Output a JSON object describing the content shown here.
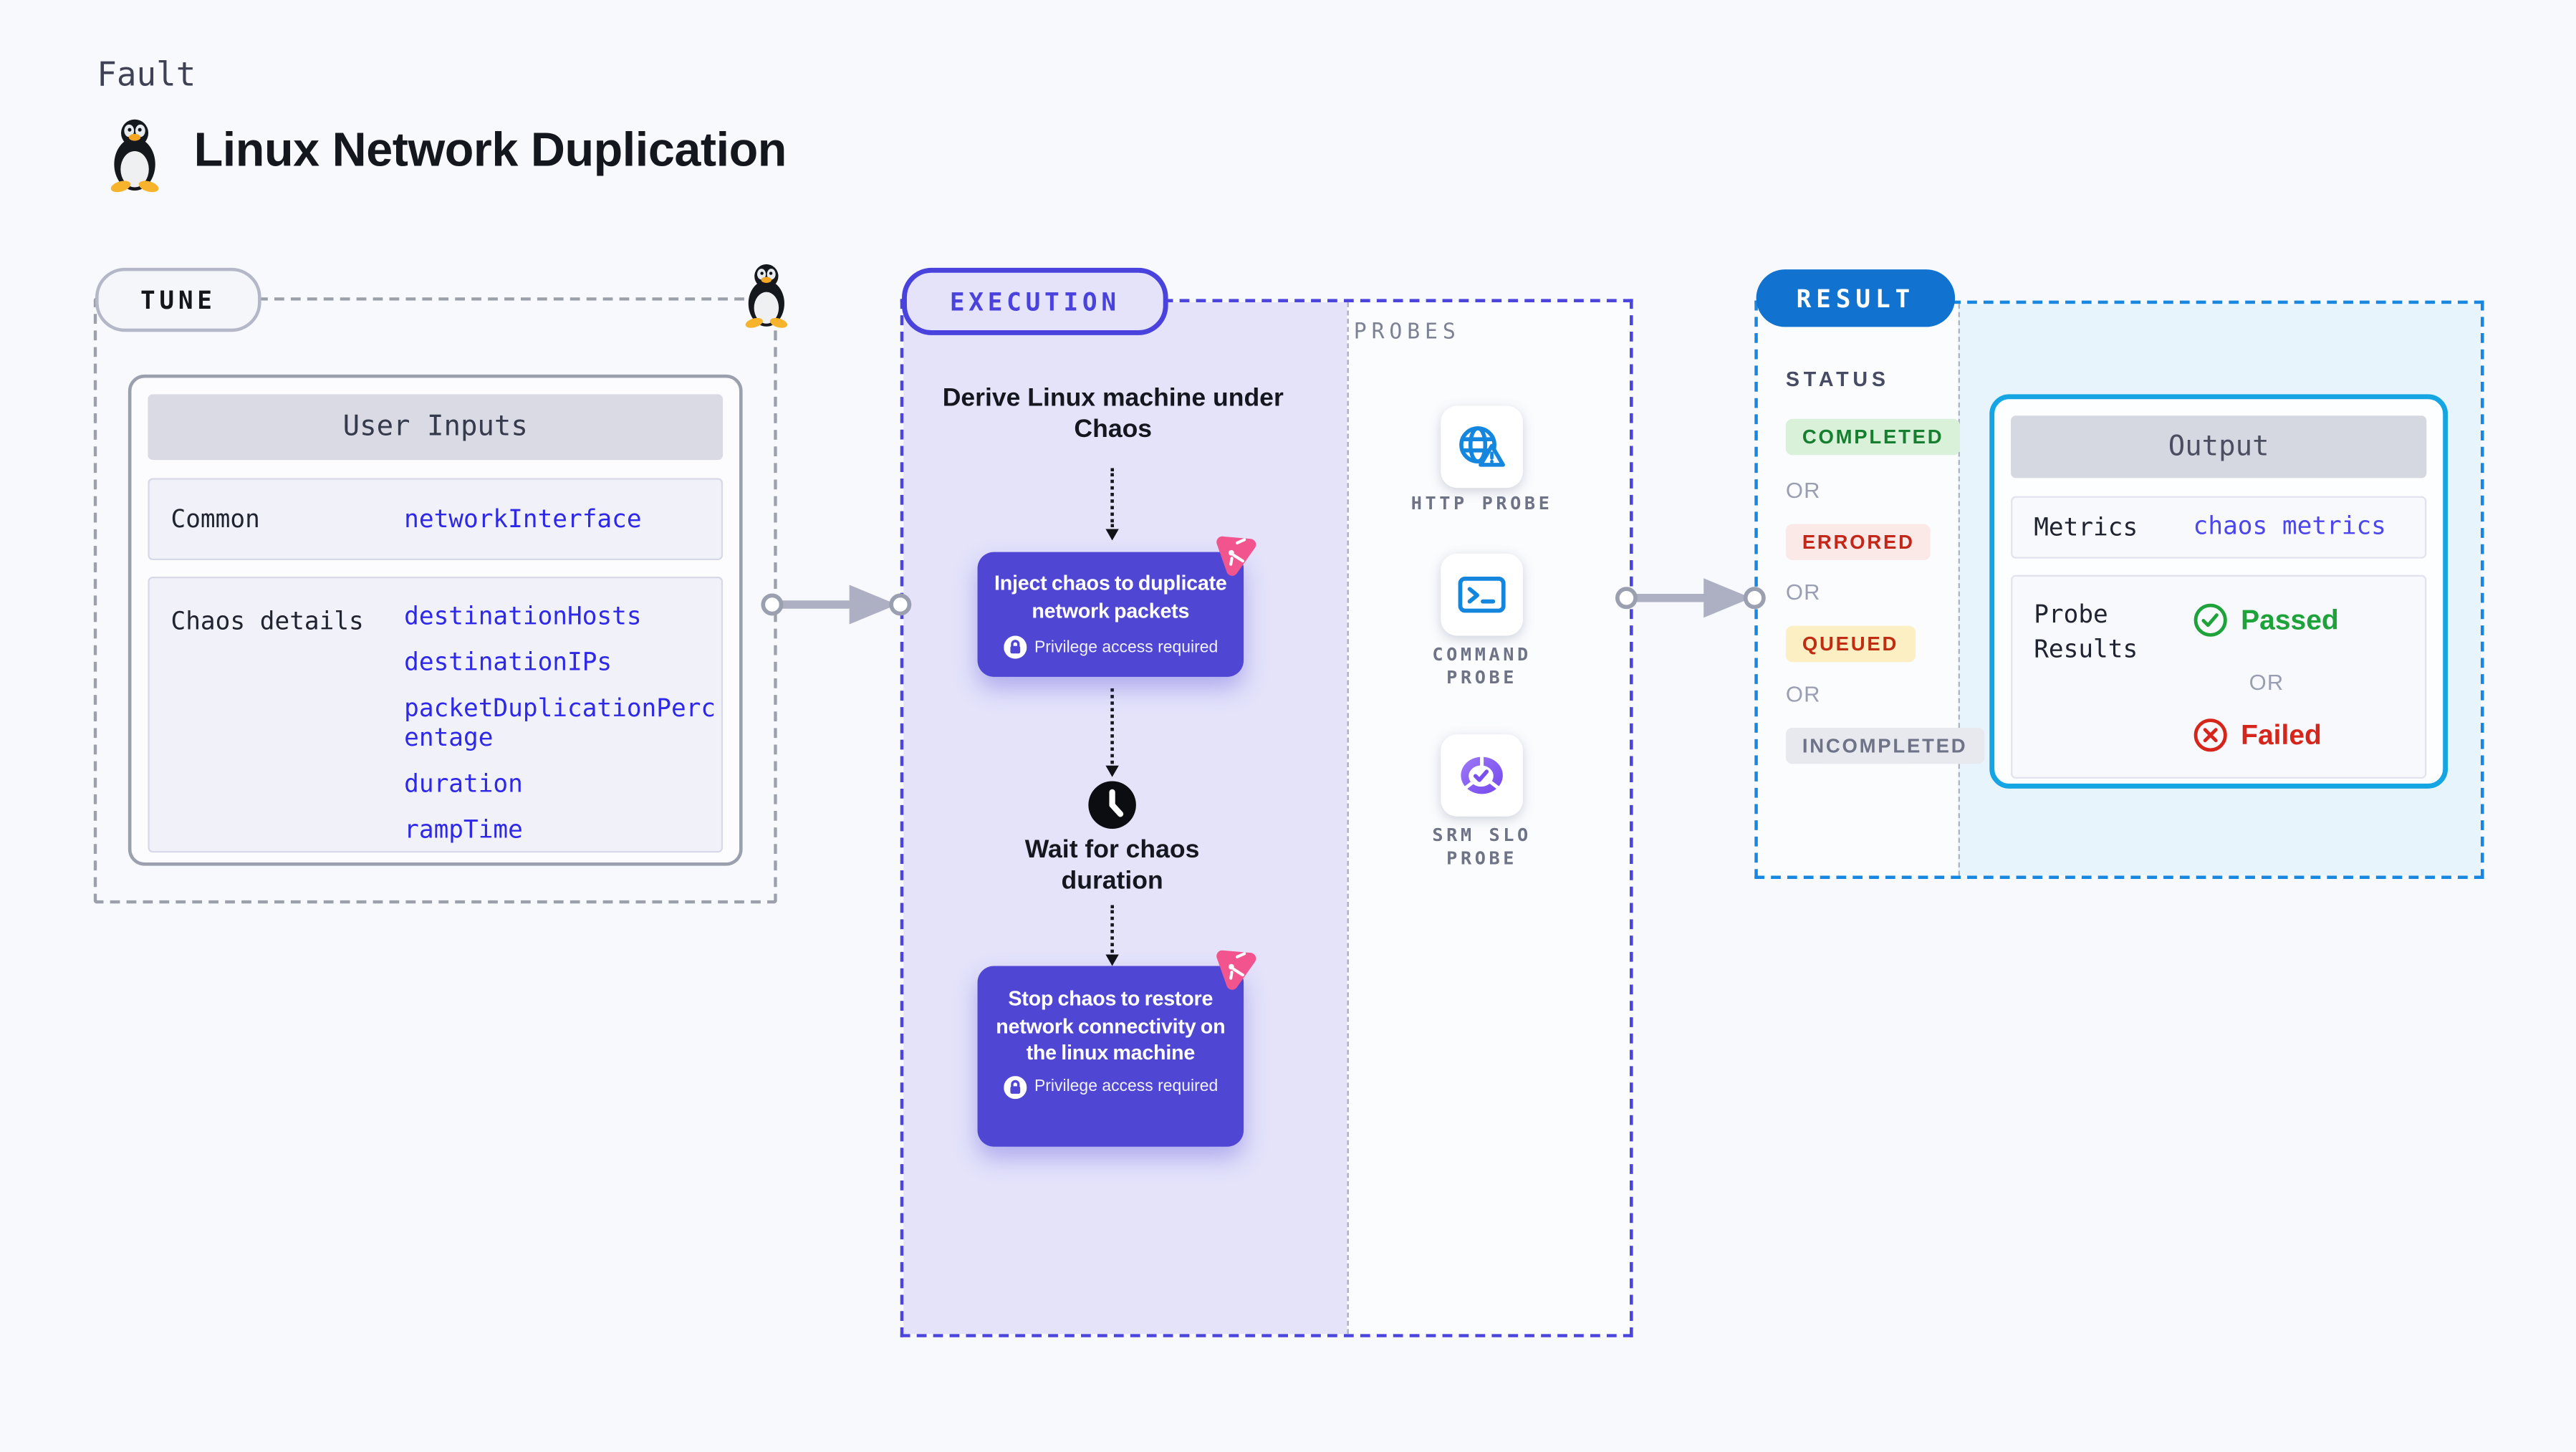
{
  "header": {
    "kicker": "Fault",
    "title": "Linux Network Duplication"
  },
  "tune": {
    "pill_label": "TUNE",
    "card": {
      "header": "User Inputs",
      "rows": [
        {
          "label": "Common",
          "values": [
            "networkInterface"
          ]
        },
        {
          "label": "Chaos details",
          "values": [
            "destinationHosts",
            "destinationIPs",
            "packetDuplicationPercentage",
            "duration",
            "rampTime"
          ]
        }
      ]
    }
  },
  "execution": {
    "pill_label": "EXECUTION",
    "flow": {
      "derive": "Derive Linux machine under Chaos",
      "inject": "Inject chaos to duplicate network packets",
      "wait": "Wait for chaos duration",
      "stop": "Stop chaos to restore network connectivity on the linux machine",
      "privilege": "Privilege access required"
    },
    "probes": {
      "label": "PROBES",
      "items": [
        {
          "label": "HTTP PROBE",
          "icon": "globe-alert-icon"
        },
        {
          "label": "COMMAND PROBE",
          "icon": "terminal-icon"
        },
        {
          "label": "SRM SLO PROBE",
          "icon": "slo-pie-check-icon"
        }
      ]
    }
  },
  "result": {
    "pill_label": "RESULT",
    "status": {
      "heading": "STATUS",
      "or": "OR",
      "completed": "COMPLETED",
      "errored": "ERRORED",
      "queued": "QUEUED",
      "incompleted": "INCOMPLETED"
    },
    "output": {
      "header": "Output",
      "metrics_label": "Metrics",
      "metrics_value": "chaos metrics",
      "probe_results_label": "Probe Results",
      "passed": "Passed",
      "or": "OR",
      "failed": "Failed"
    }
  },
  "colors": {
    "page_bg": "#f7f9fc",
    "indigo_accent": "#4a42dc",
    "chaos_step_purple": "#4f46d4",
    "execution_fill": "#e4e3fa",
    "result_blue": "#1173cf",
    "result_dash_blue": "#1787e0",
    "output_border_blue": "#16a5e3",
    "result_fill": "#e7f4fc",
    "value_blue": "#2e28e8",
    "probe_icon_blue": "#1486dd",
    "chaos_logo_pink": "#f2548e",
    "passed_green": "#1ea23a",
    "failed_red": "#d6251b"
  }
}
